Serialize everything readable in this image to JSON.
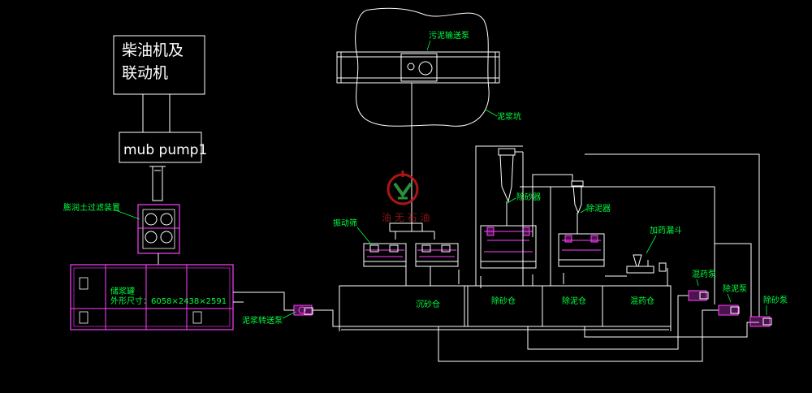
{
  "diesel_box": {
    "line1": "柴油机及",
    "line2": "联动机"
  },
  "pump_box": {
    "label": "mub pump1"
  },
  "bentonite_filter_label": "膨润土过滤装置",
  "storage_tank": {
    "name": "储浆罐",
    "dims": "外形尺寸：6058×2438×2591"
  },
  "transfer_pump_label": "泥浆转送泵",
  "sludge_pump_label": "污泥输送泵",
  "mud_pit_label": "泥浆坑",
  "vibrating_screen_label": "振动筛",
  "desander_label": "除砂器",
  "desilter_label": "除泥器",
  "hopper_label": "加药漏斗",
  "mixing_pump_label": "混药泵",
  "desilt_pump_label": "除泥泵",
  "desand_pump_label": "除砂泵",
  "compartments": [
    "沉砂仓",
    "除砂仓",
    "除泥仓",
    "混药仓"
  ],
  "watermark": "油 无 石 油",
  "colors": {
    "line": "#ffffff",
    "label": "#00ff40",
    "equipment": "#ff40ff",
    "logo": "#d62020"
  }
}
